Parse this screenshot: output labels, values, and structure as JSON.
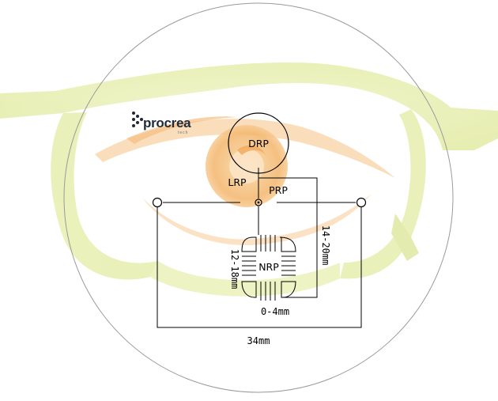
{
  "brand": {
    "name": "procrea",
    "sub": "tech"
  },
  "zones": {
    "drp": "DRP",
    "lrp": "LRP",
    "prp": "PRP",
    "nrp": "NRP"
  },
  "dimensions": {
    "total_width": "34mm",
    "vertical_corridor": "14-20mm",
    "near_height": "12-18mm",
    "inset": "0-4mm"
  },
  "colors": {
    "frame": "#e6eeae",
    "eye": "#f8cf9c",
    "iris": "#f3b56b",
    "lines": "#000000",
    "lens_outline": "#9a9a9a",
    "logo_dots": "#23233a"
  }
}
